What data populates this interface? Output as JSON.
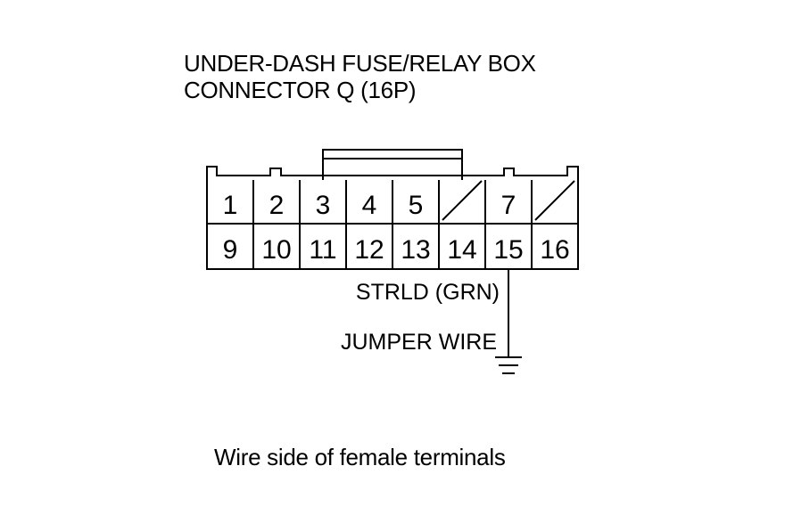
{
  "title": {
    "line1": "UNDER-DASH FUSE/RELAY BOX",
    "line2": "CONNECTOR Q (16P)"
  },
  "connector": {
    "top_row": [
      "1",
      "2",
      "3",
      "4",
      "5",
      "",
      "7",
      ""
    ],
    "bottom_row": [
      "9",
      "10",
      "11",
      "12",
      "13",
      "14",
      "15",
      "16"
    ],
    "empty_terminals": [
      6,
      8
    ]
  },
  "labels": {
    "wire": "STRLD (GRN)",
    "jumper": "JUMPER WIRE"
  },
  "caption": "Wire side of female terminals",
  "colors": {
    "line": "#000000",
    "background": "#ffffff"
  }
}
